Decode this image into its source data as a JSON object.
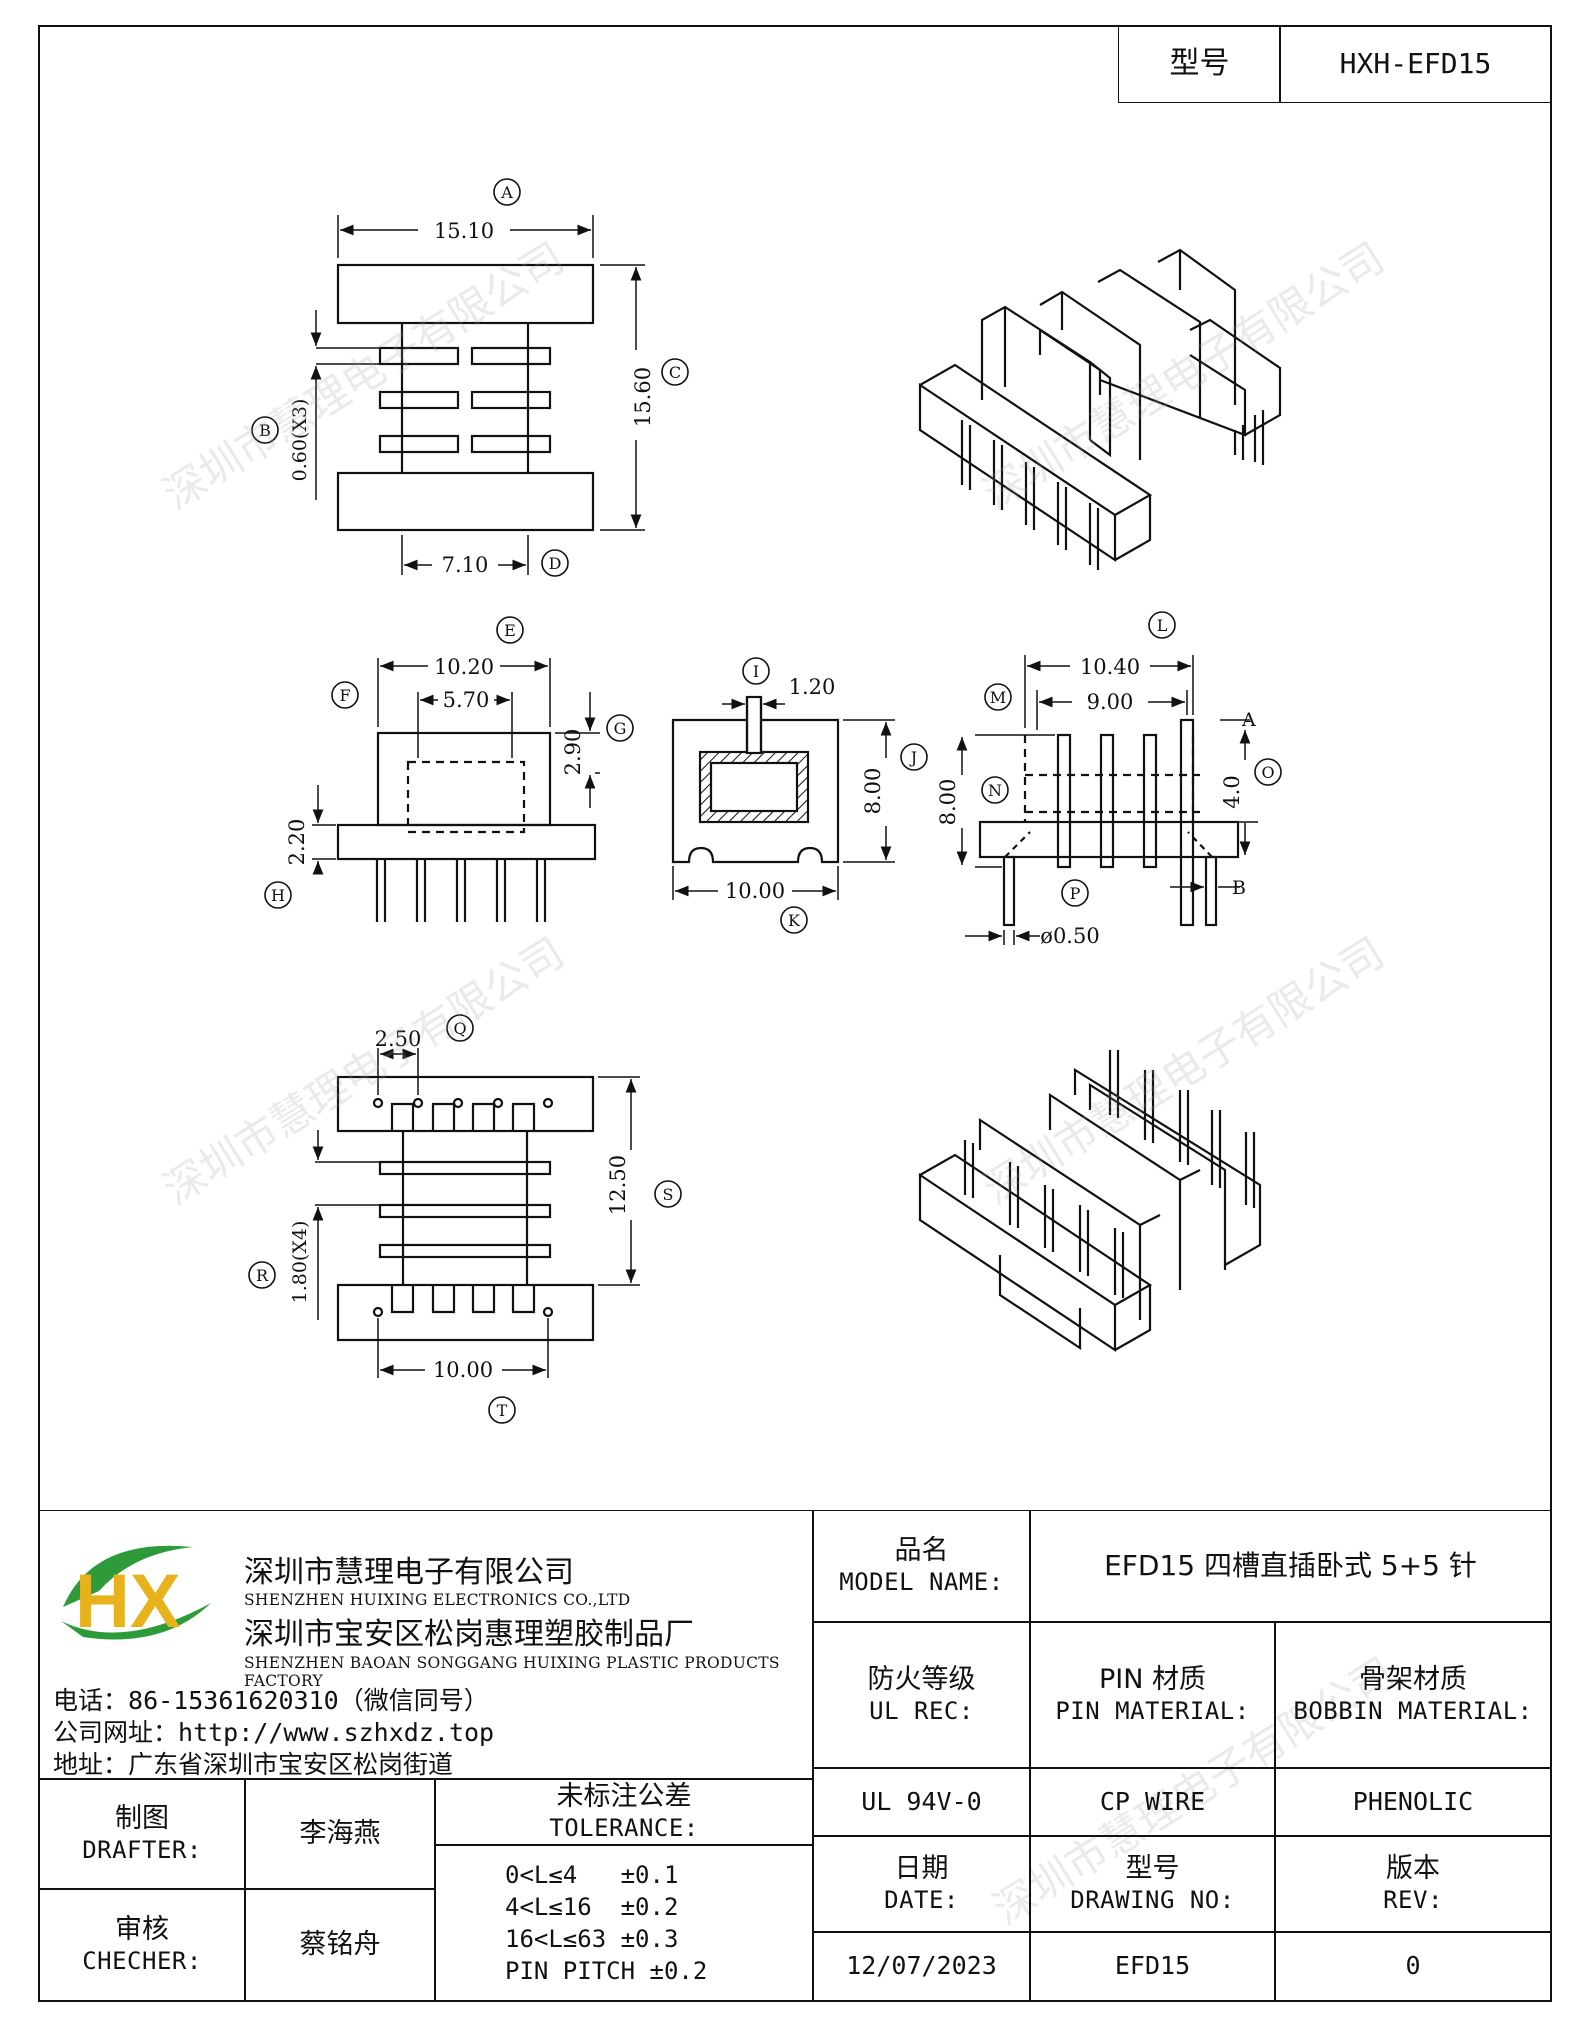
{
  "header": {
    "model_label": "型号",
    "model_value": "HXH-EFD15"
  },
  "drawing": {
    "top_view": {
      "dim_width": "15.10",
      "dim_height": "15.60",
      "dim_slot": "0.60(X3)",
      "dim_inner": "7.10",
      "labels": [
        "A",
        "B",
        "C",
        "D"
      ]
    },
    "front_view": {
      "dim_width": "10.20",
      "dim_inner": "5.70",
      "dim_top": "2.90",
      "dim_base": "2.20",
      "labels": [
        "E",
        "F",
        "G",
        "H"
      ]
    },
    "section_view": {
      "dim_slot": "1.20",
      "dim_height": "8.00",
      "dim_width": "10.00",
      "labels": [
        "I",
        "J",
        "K"
      ]
    },
    "side_view": {
      "dim_outer": "10.40",
      "dim_inner": "9.00",
      "dim_height": "8.00",
      "dim_pin_len": "4.0",
      "dim_pin_dia": "ø0.50",
      "note_a": "A",
      "note_b": "B",
      "labels": [
        "L",
        "M",
        "N",
        "O",
        "P"
      ]
    },
    "bottom_view": {
      "dim_pitch": "2.50",
      "dim_height": "12.50",
      "dim_slot": "1.80(X4)",
      "dim_width": "10.00",
      "labels": [
        "Q",
        "R",
        "S",
        "T"
      ]
    }
  },
  "watermark": "深圳市慧理电子有限公司",
  "company": {
    "name_cn": "深圳市慧理电子有限公司",
    "name_en": "SHENZHEN HUIXING ELECTRONICS CO.,LTD",
    "factory_cn": "深圳市宝安区松岗惠理塑胶制品厂",
    "factory_en": "SHENZHEN BAOAN SONGGANG HUIXING PLASTIC PRODUCTS FACTORY",
    "phone_label": "电话：",
    "phone": "86-15361620310（微信同号）",
    "web_label": "公司网址：",
    "web": "http://www.szhxdz.top",
    "address_label": "地址：",
    "address": "广东省深圳市宝安区松岗街道",
    "logo_text": "HX",
    "colors": {
      "logo_green": "#2e9b3a",
      "logo_yellow": "#e8b21c",
      "logo_blue": "#1f5fa8"
    }
  },
  "title_block": {
    "model_name_cn": "品名",
    "model_name_en": "MODEL NAME:",
    "model_name_value": "EFD15 四槽直插卧式 5+5 针",
    "ul_cn": "防火等级",
    "ul_en": "UL REC:",
    "pin_mat_cn": "PIN 材质",
    "pin_mat_en": "PIN MATERIAL:",
    "bobbin_mat_cn": "骨架材质",
    "bobbin_mat_en": "BOBBIN MATERIAL:",
    "ul_value": "UL 94V-0",
    "pin_value": "CP WIRE",
    "bobbin_value": "PHENOLIC",
    "drafter_cn": "制图",
    "drafter_en": "DRAFTER:",
    "drafter_name": "李海燕",
    "checker_cn": "审核",
    "checker_en": "CHECHER:",
    "checker_name": "蔡铭舟",
    "tolerance_cn": "未标注公差",
    "tolerance_en": "TOLERANCE:",
    "tolerance_lines": [
      "0<L≤4   ±0.1",
      "4<L≤16  ±0.2",
      "16<L≤63 ±0.3",
      "PIN PITCH ±0.2"
    ],
    "date_cn": "日期",
    "date_en": "DATE:",
    "date_value": "12/07/2023",
    "drawing_no_cn": "型号",
    "drawing_no_en": "DRAWING NO:",
    "drawing_no_value": "EFD15",
    "rev_cn": "版本",
    "rev_en": "REV:",
    "rev_value": "0"
  }
}
